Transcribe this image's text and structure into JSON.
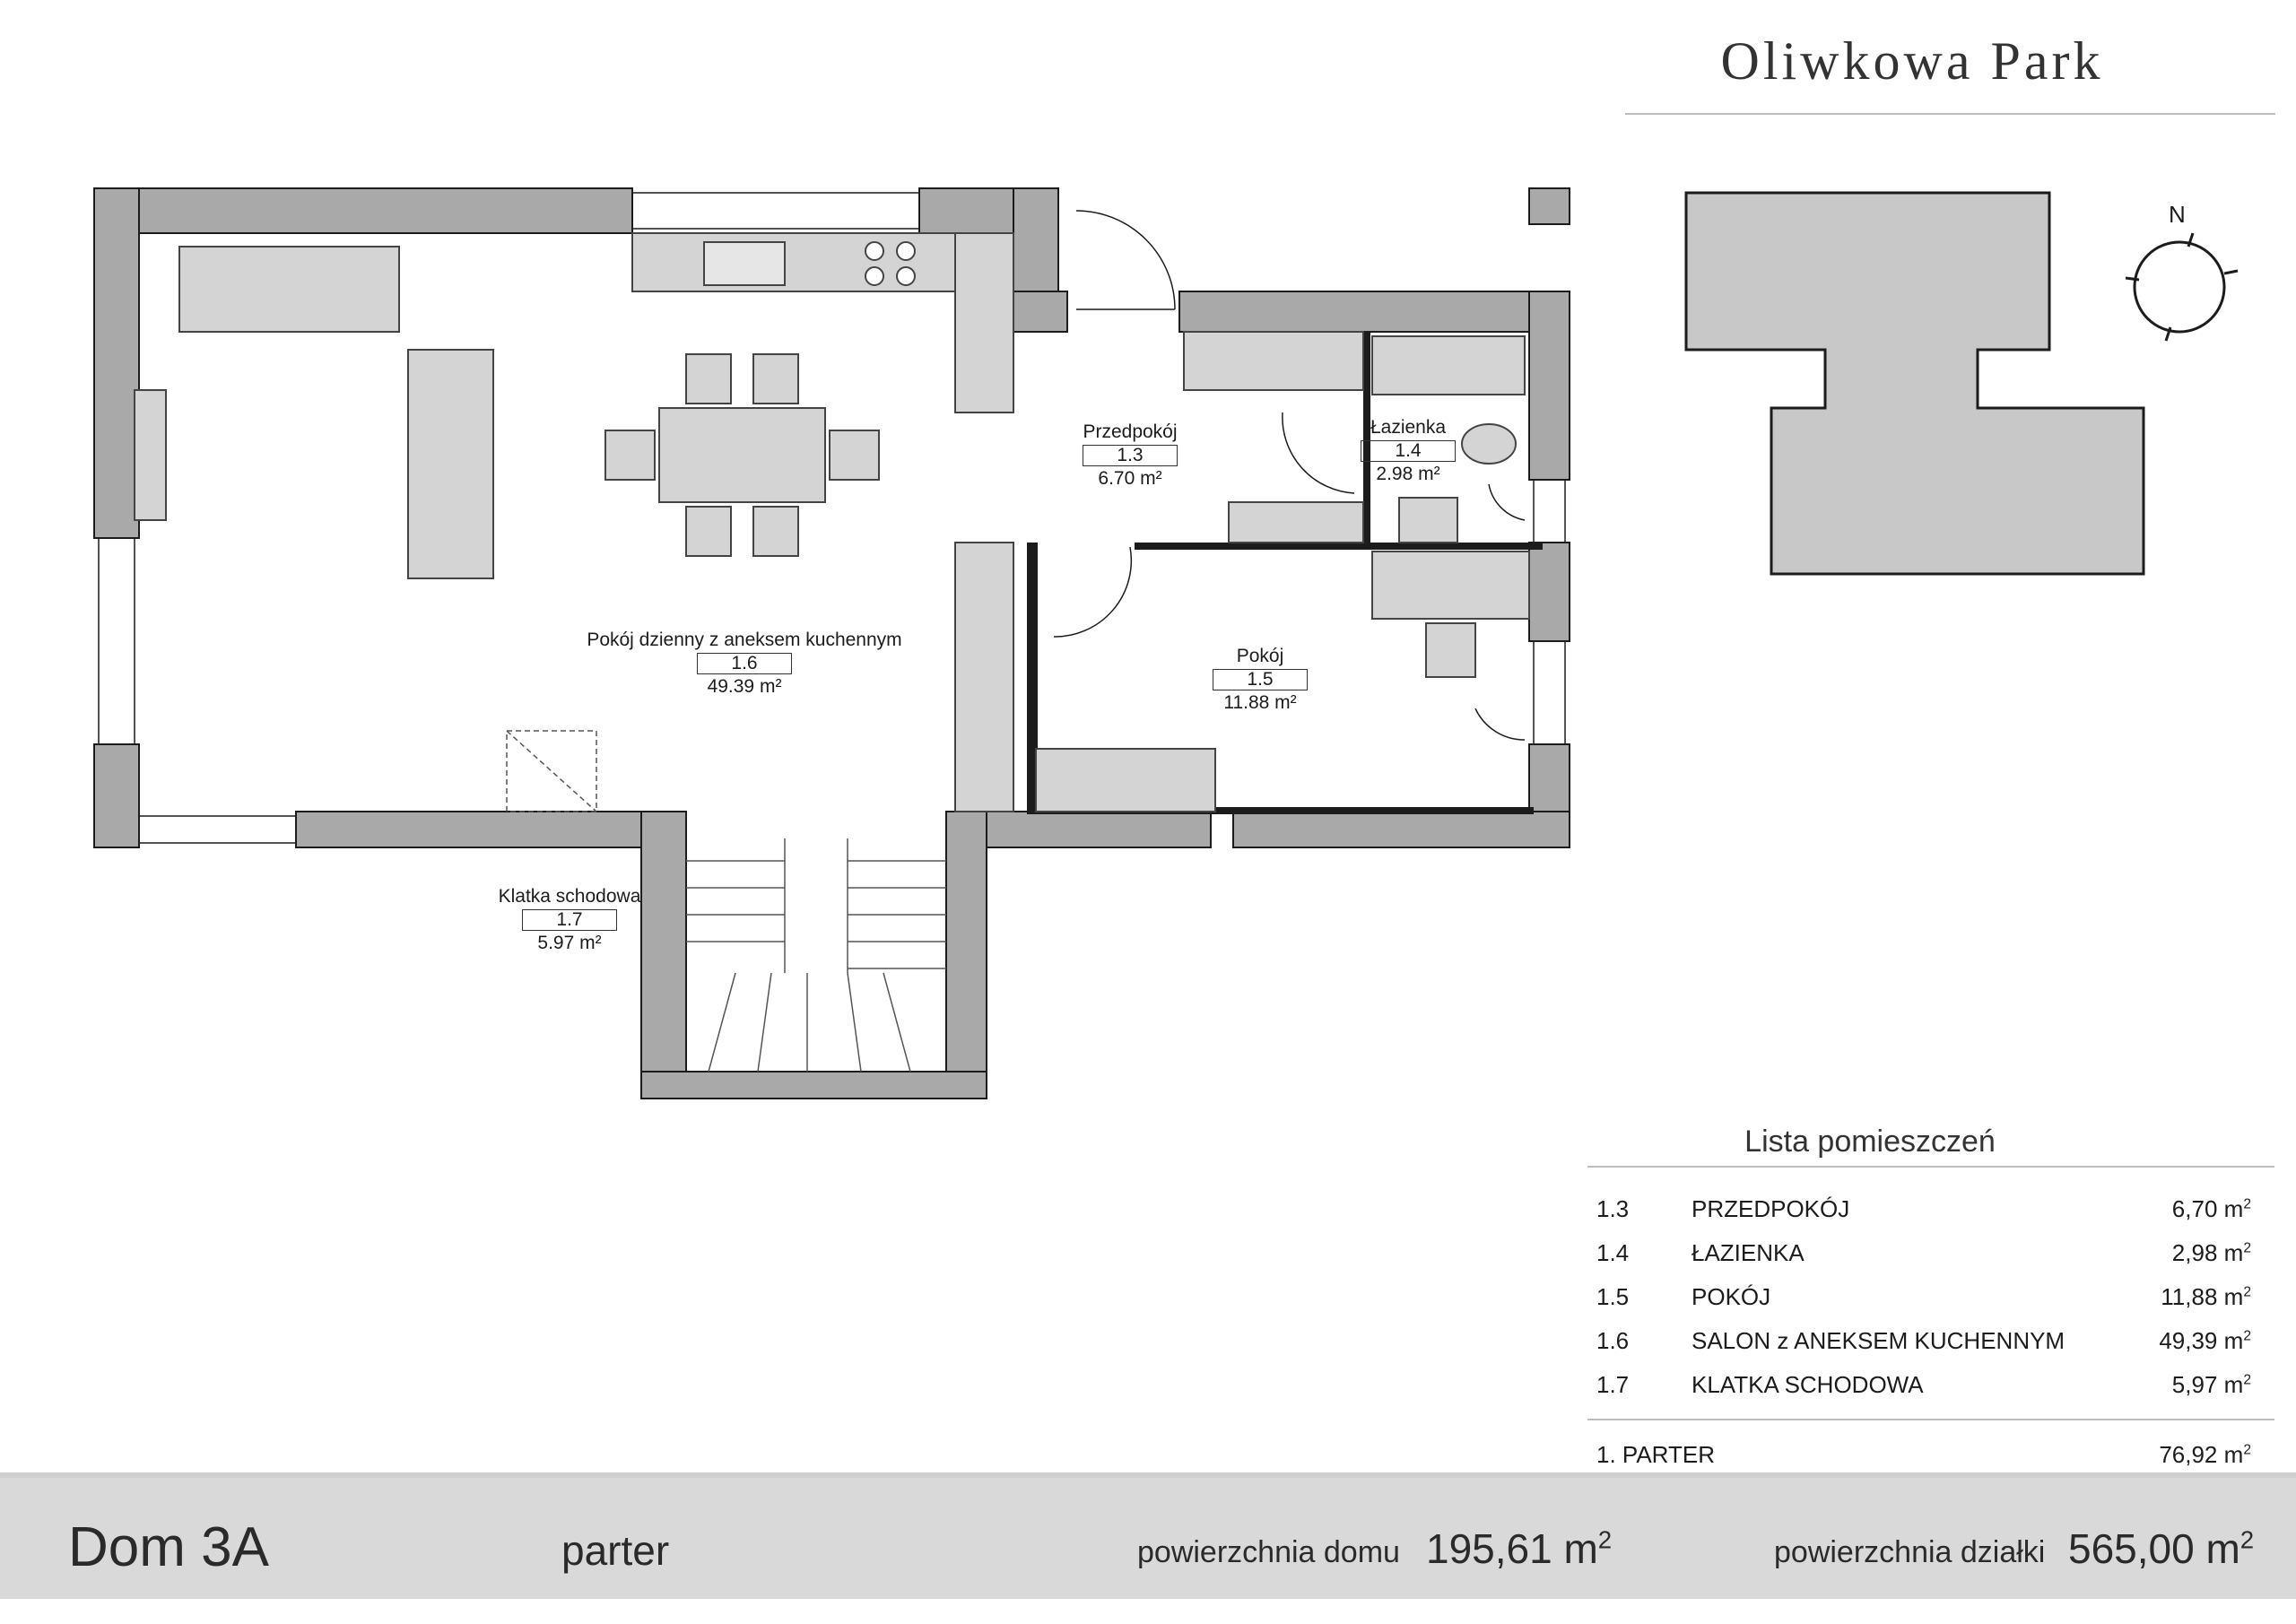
{
  "brand": {
    "title": "Oliwkowa Park"
  },
  "compass": {
    "north_label": "N"
  },
  "rooms": [
    {
      "name": "Przedpokój",
      "number": "1.3",
      "area": "6.70 m²"
    },
    {
      "name": "Łazienka",
      "number": "1.4",
      "area": "2.98 m²"
    },
    {
      "name": "Pokój",
      "number": "1.5",
      "area": "11.88 m²"
    },
    {
      "name": "Pokój dzienny z aneksem kuchennym",
      "number": "1.6",
      "area": "49.39 m²"
    },
    {
      "name": "Klatka schodowa",
      "number": "1.7",
      "area": "5.97 m²"
    }
  ],
  "room_list": {
    "title": "Lista pomieszczeń",
    "unit": "m",
    "unit_exponent": "2",
    "rows": [
      {
        "number": "1.3",
        "name": "PRZEDPOKÓJ",
        "area": "6,70"
      },
      {
        "number": "1.4",
        "name": "ŁAZIENKA",
        "area": "2,98"
      },
      {
        "number": "1.5",
        "name": "POKÓJ",
        "area": "11,88"
      },
      {
        "number": "1.6",
        "name": "SALON z ANEKSEM KUCHENNYM",
        "area": "49,39"
      },
      {
        "number": "1.7",
        "name": "KLATKA SCHODOWA",
        "area": "5,97"
      }
    ],
    "total": {
      "name": "1. PARTER",
      "area": "76,92"
    }
  },
  "footer": {
    "house": "Dom 3A",
    "floor": "parter",
    "house_area_label": "powierzchnia domu",
    "house_area_value": "195,61 m",
    "plot_area_label": "powierzchnia działki",
    "plot_area_value": "565,00 m",
    "exponent": "2"
  },
  "colors": {
    "wall": "#a9a9a9",
    "wall_line": "#1c1c1c",
    "furniture": "#d4d4d4",
    "footer_band": "#d9d9d9"
  }
}
